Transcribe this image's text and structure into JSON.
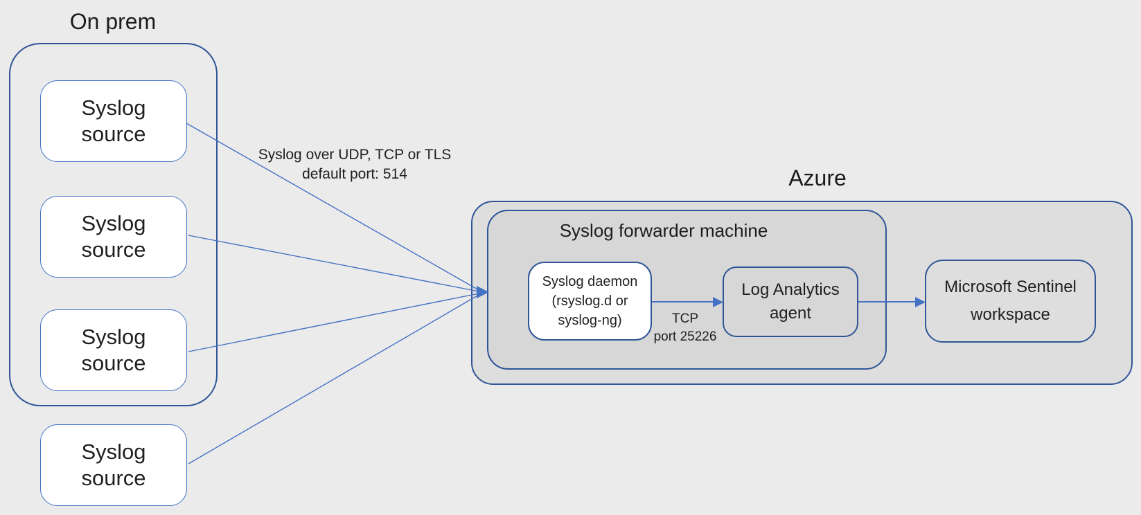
{
  "page": {
    "background": "#ebebeb"
  },
  "colors": {
    "container_border": "#2f5597",
    "source_box_border": "#4472c4",
    "arrow": "#4472c4",
    "azure_outer_fill": "#dedede",
    "azure_inner_fill": "#d7d7d7",
    "white_box_fill": "#ffffff",
    "text": "#1f1f1f"
  },
  "on_prem": {
    "title": "On prem",
    "sources": [
      {
        "label": "Syslog\nsource"
      },
      {
        "label": "Syslog\nsource"
      },
      {
        "label": "Syslog\nsource"
      },
      {
        "label": "Syslog\nsource"
      }
    ]
  },
  "connections": {
    "sources_to_forwarder": {
      "label": "Syslog over UDP, TCP or TLS\ndefault port: 514"
    },
    "daemon_to_agent": {
      "label": "TCP\nport 25226"
    }
  },
  "azure": {
    "title": "Azure",
    "forwarder": {
      "title": "Syslog forwarder machine",
      "daemon": {
        "label": "Syslog daemon\n(rsyslog.d or\nsyslog-ng)"
      },
      "agent": {
        "label": "Log Analytics\nagent"
      }
    },
    "sentinel": {
      "label": "Microsoft Sentinel\nworkspace"
    }
  }
}
